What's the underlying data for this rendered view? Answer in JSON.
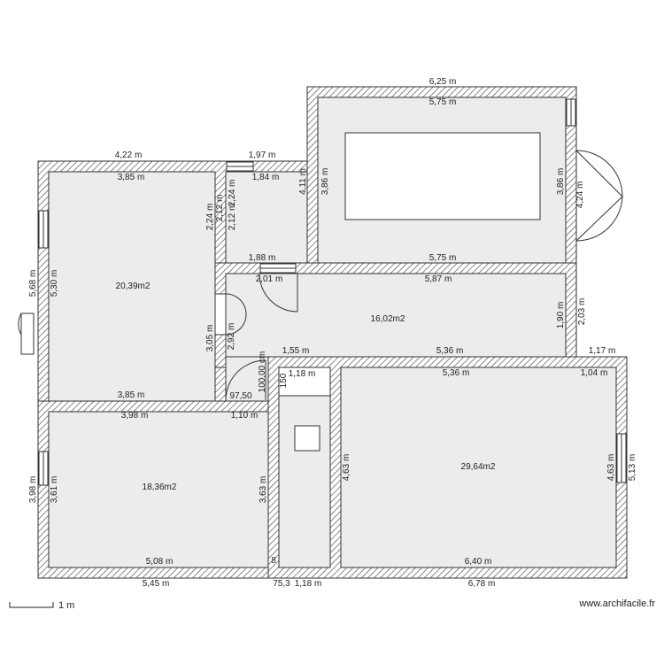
{
  "plan": {
    "dims": {
      "top_total": "6,25 m",
      "big_room_top_inner": "5,75 m",
      "big_room_bottom_inner": "5,75 m",
      "big_room_height": "3,86 m",
      "big_room_height_left": "3,86 m",
      "big_room_right_outer": "4,24 m",
      "partition_h": "4,11 m",
      "left_top_outer": "4,22 m",
      "left_top_inner": "3,85 m",
      "wc_top_outer": "1,97 m",
      "wc_top_inner": "1,84 m",
      "wc_h1": "2,24 m",
      "wc_h2": "2,24 m",
      "wc_h3": "2,12 m",
      "wc_h4": "2,12 m",
      "wc_bottom": "1,88 m",
      "corr_left_top": "2,01 m",
      "corr_top": "5,87 m",
      "corr_h_inner": "1,90 m",
      "corr_h_outer": "2,03 m",
      "corr_small_h": "2,92 m",
      "room1_left_outer": "5,68 m",
      "room1_left_inner": "5,30 m",
      "room1_bottom": "3,85 m",
      "room1_right": "3,05 m",
      "r1_bot_outer": "3,98 m",
      "tiny_w": "97,50",
      "tiny_h": "100,00 cm",
      "corr_bottom_left": "1,55 m",
      "stair_top": "1,18 m",
      "stair_small": "150",
      "r2_top": "1,10 m",
      "r2_left_outer": "3,98 m",
      "r2_left_inner": "3,61 m",
      "r2_right": "3,63 m",
      "r2_bottom_inner": "5,08 m",
      "r2_bottom_outer": "5,45 m",
      "r3_top_outer": "5,36 m",
      "r3_top_inner": "5,36 m",
      "right_ext_outer": "1,17 m",
      "right_ext_inner": "1,04 m",
      "r3_left": "4,63 m",
      "r3_right_inner": "4,63 m",
      "r3_right_outer": "5,13 m",
      "r3_bottom_inner": "6,40 m",
      "r3_bottom_outer": "6,78 m",
      "bottom_mid1": "75,3",
      "bottom_mid2": "1,18 m"
    },
    "areas": {
      "room1": "20,39m2",
      "corridor": "16,02m2",
      "room2": "18,36m2",
      "room3": "29,64m2"
    }
  },
  "footer": {
    "scale_label": "1 m",
    "site_credit": "www.archifacile.fr"
  }
}
